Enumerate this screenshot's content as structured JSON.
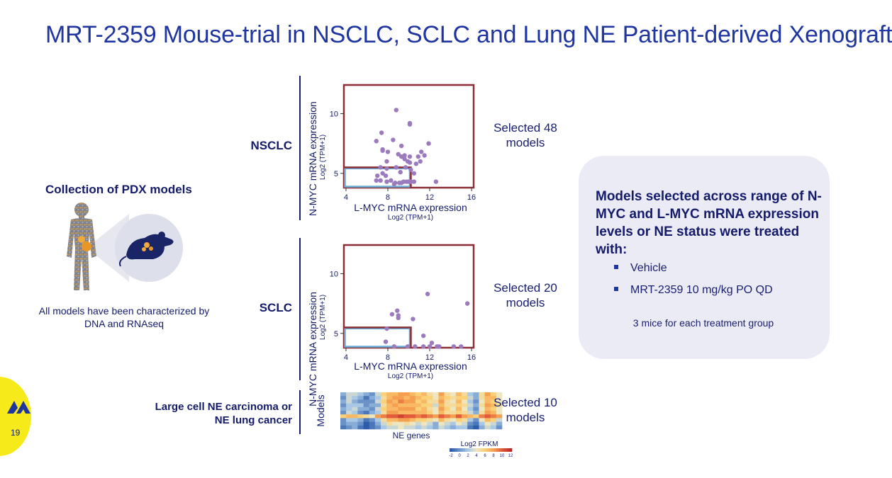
{
  "title": "MRT-2359 Mouse-trial in NSCLC, SCLC and Lung NE Patient-derived Xenograft",
  "left": {
    "heading": "Collection of PDX models",
    "caption": "All models have been characterized by DNA and RNAseq"
  },
  "rows": [
    {
      "label": "NSCLC",
      "selected": "Selected 48 models"
    },
    {
      "label": "SCLC",
      "selected": "Selected 20 models"
    },
    {
      "label": "Large cell NE carcinoma or NE lung cancer",
      "selected": "Selected 10 models"
    }
  ],
  "info": {
    "heading": "Models selected across range of N-MYC and L-MYC mRNA expression levels or NE status were treated with:",
    "bullets": [
      "Vehicle",
      "MRT-2359 10 mg/kg PO QD"
    ],
    "note": "3 mice for each treatment group"
  },
  "page_number": "19",
  "colors": {
    "title": "#1f35a0",
    "navy": "#141b6a",
    "panel": "#ebebf5",
    "point": "#9b7bbd",
    "box_red": "#8b2e35",
    "box_blue": "#6aaedb",
    "yellow": "#f7ea1a"
  },
  "chart_data": [
    {
      "type": "scatter",
      "title": "",
      "xlabel": "L-MYC mRNA expression",
      "xlabel_sub": "Log2 (TPM+1)",
      "ylabel": "N-MYC mRNA expression",
      "ylabel_sub": "Log2 (TPM+1)",
      "xlim": [
        3.8,
        16.2
      ],
      "ylim": [
        3.8,
        12.4
      ],
      "xticks": [
        4,
        8,
        12,
        16
      ],
      "yticks": [
        5,
        10
      ],
      "grid": false,
      "points": [
        [
          8.8,
          10.3
        ],
        [
          10.1,
          9.2
        ],
        [
          10.1,
          9.1
        ],
        [
          7.4,
          8.4
        ],
        [
          8.5,
          7.8
        ],
        [
          6.9,
          7.7
        ],
        [
          11.9,
          7.5
        ],
        [
          9.3,
          7.3
        ],
        [
          7.5,
          7.0
        ],
        [
          7.5,
          6.9
        ],
        [
          8.0,
          6.8
        ],
        [
          11.2,
          6.8
        ],
        [
          9.0,
          6.6
        ],
        [
          9.6,
          6.5
        ],
        [
          9.3,
          6.4
        ],
        [
          10.1,
          6.4
        ],
        [
          10.9,
          6.4
        ],
        [
          11.5,
          6.5
        ],
        [
          9.6,
          6.2
        ],
        [
          7.9,
          6.0
        ],
        [
          9.9,
          6.0
        ],
        [
          10.1,
          5.9
        ],
        [
          11.1,
          6.0
        ],
        [
          10.7,
          5.8
        ],
        [
          7.3,
          5.5
        ],
        [
          7.9,
          5.4
        ],
        [
          8.8,
          5.5
        ],
        [
          9.7,
          5.5
        ],
        [
          10.2,
          5.3
        ],
        [
          7.5,
          5.0
        ],
        [
          9.2,
          5.1
        ],
        [
          10.5,
          5.0
        ],
        [
          7.0,
          4.8
        ],
        [
          7.8,
          4.8
        ],
        [
          6.9,
          4.4
        ],
        [
          7.3,
          4.4
        ],
        [
          7.9,
          4.3
        ],
        [
          8.3,
          4.4
        ],
        [
          8.7,
          4.2
        ],
        [
          9.1,
          4.2
        ],
        [
          9.3,
          4.2
        ],
        [
          9.5,
          4.3
        ],
        [
          9.8,
          4.3
        ],
        [
          10.0,
          4.3
        ],
        [
          10.2,
          4.3
        ],
        [
          10.5,
          4.3
        ],
        [
          8.6,
          4.1
        ],
        [
          12.6,
          4.3
        ]
      ],
      "inner_box": {
        "x": [
          3.8,
          10.2
        ],
        "y": [
          3.8,
          5.5
        ]
      },
      "outer_box": {
        "x": [
          3.8,
          16.2
        ],
        "y": [
          3.8,
          12.4
        ]
      }
    },
    {
      "type": "scatter",
      "title": "",
      "xlabel": "L-MYC mRNA expression",
      "xlabel_sub": "Log2 (TPM+1)",
      "ylabel": "N-MYC mRNA expression",
      "ylabel_sub": "Log2 (TPM+1)",
      "xlim": [
        3.8,
        16.2
      ],
      "ylim": [
        3.8,
        12.4
      ],
      "xticks": [
        4,
        8,
        12,
        16
      ],
      "yticks": [
        5,
        10
      ],
      "grid": false,
      "points": [
        [
          11.8,
          8.3
        ],
        [
          15.6,
          7.5
        ],
        [
          8.9,
          6.9
        ],
        [
          8.4,
          6.6
        ],
        [
          9.0,
          6.5
        ],
        [
          9.0,
          6.3
        ],
        [
          10.4,
          6.2
        ],
        [
          7.9,
          5.4
        ],
        [
          11.4,
          4.8
        ],
        [
          12.2,
          4.2
        ],
        [
          7.8,
          4.3
        ],
        [
          8.6,
          3.9
        ],
        [
          9.9,
          3.9
        ],
        [
          10.6,
          3.9
        ],
        [
          11.4,
          3.9
        ],
        [
          12.0,
          3.9
        ],
        [
          12.7,
          3.9
        ],
        [
          12.9,
          3.9
        ],
        [
          14.3,
          3.9
        ],
        [
          15.0,
          3.9
        ]
      ],
      "inner_box": {
        "x": [
          3.8,
          10.2
        ],
        "y": [
          3.8,
          5.5
        ]
      },
      "outer_box": {
        "x": [
          3.8,
          16.2
        ],
        "y": [
          3.8,
          12.4
        ]
      }
    },
    {
      "type": "heatmap",
      "title": "",
      "xlabel": "NE genes",
      "ylabel": "Models",
      "legend_title": "Log2 FPKM",
      "scale_ticks": [
        "-2",
        "0",
        "2",
        "4",
        "6",
        "8",
        "10",
        "12"
      ],
      "rows": 10,
      "cols": 28,
      "values": [
        [
          1,
          3,
          3,
          2,
          1,
          0,
          3,
          6,
          7,
          7,
          8,
          8,
          7,
          6,
          7,
          5,
          4,
          8,
          5,
          4,
          7,
          5,
          2,
          1,
          5,
          8,
          6,
          4
        ],
        [
          0,
          3,
          2,
          1,
          -1,
          1,
          2,
          5,
          7,
          8,
          8,
          7,
          8,
          7,
          6,
          6,
          4,
          7,
          6,
          5,
          6,
          6,
          3,
          1,
          5,
          7,
          7,
          4
        ],
        [
          1,
          3,
          1,
          0,
          0,
          0,
          3,
          6,
          8,
          7,
          9,
          8,
          8,
          6,
          7,
          5,
          5,
          8,
          5,
          4,
          7,
          4,
          2,
          0,
          4,
          7,
          6,
          4
        ],
        [
          0,
          2,
          2,
          2,
          0,
          1,
          1,
          5,
          7,
          8,
          7,
          7,
          7,
          7,
          6,
          6,
          3,
          7,
          5,
          5,
          6,
          5,
          3,
          1,
          5,
          8,
          7,
          5
        ],
        [
          1,
          2,
          3,
          1,
          1,
          0,
          3,
          6,
          7,
          7,
          8,
          8,
          8,
          6,
          7,
          5,
          4,
          8,
          6,
          4,
          7,
          4,
          2,
          0,
          4,
          7,
          6,
          4
        ],
        [
          0,
          3,
          2,
          0,
          -1,
          1,
          2,
          5,
          8,
          8,
          7,
          7,
          7,
          7,
          7,
          6,
          4,
          7,
          5,
          5,
          6,
          5,
          3,
          1,
          5,
          8,
          7,
          4
        ],
        [
          6,
          7,
          7,
          6,
          5,
          4,
          8,
          9,
          10,
          10,
          11,
          10,
          10,
          9,
          10,
          9,
          8,
          10,
          9,
          8,
          10,
          8,
          7,
          6,
          9,
          10,
          9,
          8
        ],
        [
          0,
          2,
          2,
          1,
          -1,
          0,
          2,
          5,
          7,
          7,
          8,
          8,
          7,
          6,
          6,
          5,
          4,
          7,
          5,
          4,
          6,
          5,
          2,
          0,
          4,
          7,
          6,
          3
        ],
        [
          0,
          1,
          1,
          0,
          -2,
          -1,
          1,
          3,
          5,
          4,
          4,
          5,
          4,
          3,
          4,
          3,
          1,
          4,
          3,
          2,
          4,
          3,
          0,
          -1,
          2,
          4,
          3,
          1
        ],
        [
          -1,
          0,
          1,
          -1,
          -2,
          -1,
          0,
          2,
          3,
          3,
          4,
          3,
          3,
          2,
          3,
          2,
          1,
          3,
          2,
          1,
          2,
          2,
          -1,
          -2,
          1,
          3,
          2,
          0
        ]
      ]
    }
  ]
}
